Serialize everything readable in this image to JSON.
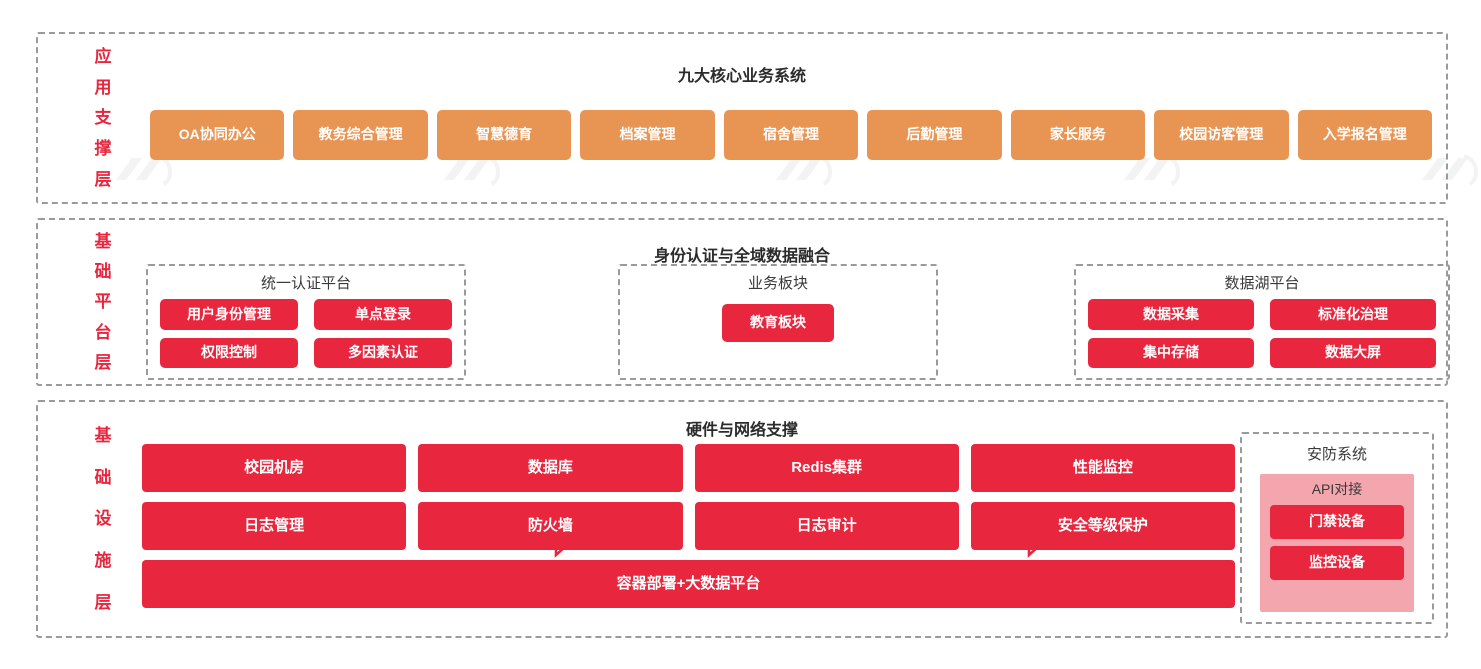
{
  "layers": [
    {
      "id": "application-support",
      "label_chars": [
        "应",
        "用",
        "支",
        "撑",
        "层"
      ],
      "title": "九大核心业务系统",
      "systems": [
        "OA协同办公",
        "教务综合管理",
        "智慧德育",
        "档案管理",
        "宿舍管理",
        "后勤管理",
        "家长服务",
        "校园访客管理",
        "入学报名管理"
      ]
    },
    {
      "id": "base-platform",
      "label_chars": [
        "基",
        "础",
        "平",
        "台",
        "层"
      ],
      "title": "身份认证与全域数据融合",
      "groups": [
        {
          "id": "unified-auth-platform",
          "title": "统一认证平台",
          "items": [
            "用户身份管理",
            "单点登录",
            "权限控制",
            "多因素认证"
          ]
        },
        {
          "id": "business-sector",
          "title": "业务板块",
          "items": [
            "教育板块"
          ]
        },
        {
          "id": "data-lake-platform",
          "title": "数据湖平台",
          "items": [
            "数据采集",
            "标准化治理",
            "集中存储",
            "数据大屏"
          ]
        }
      ],
      "arrows": [
        "arrow-right",
        "arrow-right"
      ]
    },
    {
      "id": "infrastructure",
      "label_chars": [
        "基",
        "础",
        "设",
        "施",
        "层"
      ],
      "title": "硬件与网络支撑",
      "rows": [
        [
          "校园机房",
          "数据库",
          "Redis集群",
          "性能监控"
        ],
        [
          "日志管理",
          "防火墙",
          "日志审计",
          "安全等级保护"
        ]
      ],
      "wide_item": "容器部署+大数据平台",
      "security": {
        "title": "安防系统",
        "api_label": "API对接",
        "devices": [
          "门禁设备",
          "监控设备"
        ]
      }
    }
  ],
  "colors": {
    "orange": "#e89453",
    "red": "#e8263e",
    "pink": "#f3a6ae",
    "layer_label": "#e8263e",
    "dash_border": "#9a9a9a",
    "title_text": "#2b2b2b"
  }
}
